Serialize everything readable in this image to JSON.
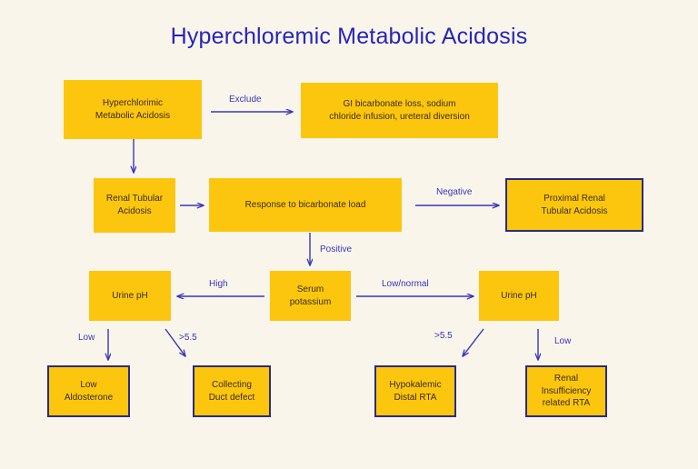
{
  "page": {
    "title": "Hyperchloremic Metabolic Acidosis",
    "background_color": "#faf5eb",
    "node_fill_color": "#fcc60e",
    "node_border_color": "#2b2b80",
    "arrow_color": "#3636ba",
    "title_color": "#2626b8"
  },
  "nodes": [
    {
      "id": "hyperchloremic",
      "label": "Hyperchlorimic\nMetabolic Acidosis",
      "bordered": false
    },
    {
      "id": "gi-loss",
      "label": "GI bicarbonate loss, sodium\nchloride infusion, ureteral diversion",
      "bordered": false
    },
    {
      "id": "rta",
      "label": "Renal Tubular\nAcidosis",
      "bordered": false
    },
    {
      "id": "bicarb-response",
      "label": "Response to bicarbonate load",
      "bordered": false
    },
    {
      "id": "proximal-rta",
      "label": "Proximal Renal\nTubular Acidosis",
      "bordered": true
    },
    {
      "id": "urine-ph-left",
      "label": "Urine pH",
      "bordered": false
    },
    {
      "id": "serum-potassium",
      "label": "Serum\npotassium",
      "bordered": false
    },
    {
      "id": "urine-ph-right",
      "label": "Urine pH",
      "bordered": false
    },
    {
      "id": "low-aldosterone",
      "label": "Low\nAldosterone",
      "bordered": true
    },
    {
      "id": "collecting-duct",
      "label": "Collecting\nDuct defect",
      "bordered": true
    },
    {
      "id": "hypokalemic-drta",
      "label": "Hypokalemic\nDistal RTA",
      "bordered": true
    },
    {
      "id": "renal-insuff",
      "label": "Renal\nInsufficiency\nrelated RTA",
      "bordered": true
    }
  ],
  "edges": [
    {
      "id": "exclude",
      "label": "Exclude",
      "from": "hyperchloremic",
      "to": "gi-loss"
    },
    {
      "id": "to-rta",
      "label": "",
      "from": "hyperchloremic",
      "to": "rta"
    },
    {
      "id": "rta-to-bicarb",
      "label": "",
      "from": "rta",
      "to": "bicarb-response"
    },
    {
      "id": "negative",
      "label": "Negative",
      "from": "bicarb-response",
      "to": "proximal-rta"
    },
    {
      "id": "positive",
      "label": "Positive",
      "from": "bicarb-response",
      "to": "serum-potassium"
    },
    {
      "id": "high",
      "label": "High",
      "from": "serum-potassium",
      "to": "urine-ph-left"
    },
    {
      "id": "low-normal",
      "label": "Low/normal",
      "from": "serum-potassium",
      "to": "urine-ph-right"
    },
    {
      "id": "left-low",
      "label": "Low",
      "from": "urine-ph-left",
      "to": "low-aldosterone"
    },
    {
      "id": "left-gt55",
      "label": ">5.5",
      "from": "urine-ph-left",
      "to": "collecting-duct"
    },
    {
      "id": "right-gt55",
      "label": ">5.5",
      "from": "urine-ph-right",
      "to": "hypokalemic-drta"
    },
    {
      "id": "right-low",
      "label": "Low",
      "from": "urine-ph-right",
      "to": "renal-insuff"
    }
  ]
}
